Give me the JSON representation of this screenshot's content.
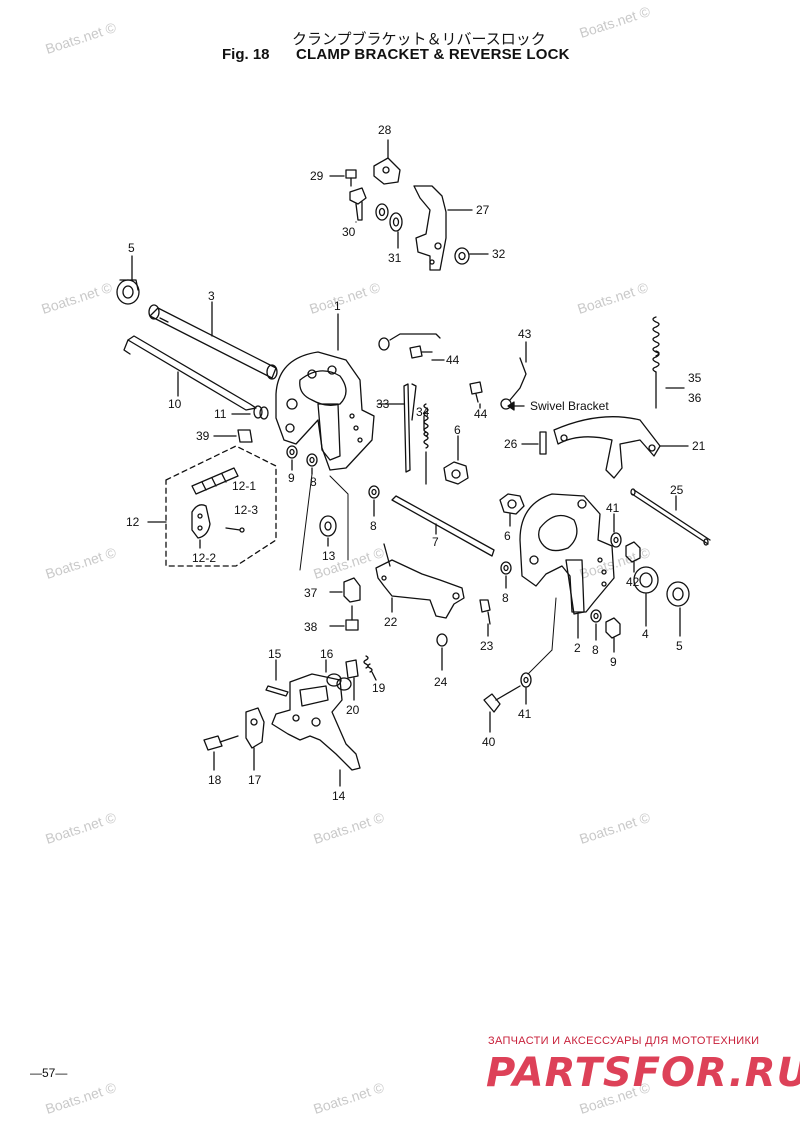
{
  "header": {
    "title_jp": "クランプブラケット＆リバースロック",
    "fig_no": "Fig. 18",
    "title_en": "CLAMP BRACKET & REVERSE LOCK"
  },
  "watermark": "Boats.net ©",
  "callouts": {
    "c28": "28",
    "c29": "29",
    "c30": "30",
    "c27": "27",
    "c31": "31",
    "c32": "32",
    "c5a": "5",
    "c3": "3",
    "c1": "1",
    "c43": "43",
    "c44a": "44",
    "c44b": "44",
    "swivel": "Swivel Bracket",
    "c35": "35",
    "c36": "36",
    "c10": "10",
    "c11": "11",
    "c39": "39",
    "c33": "33",
    "c34": "34",
    "c6a": "6",
    "c26": "26",
    "c21": "21",
    "c12_1": "12-1",
    "c12": "12",
    "c12_3": "12-3",
    "c12_2": "12-2",
    "c9a": "9",
    "c8a": "8",
    "c8b": "8",
    "c7": "7",
    "c25": "25",
    "c41a": "41",
    "c42": "42",
    "c6b": "6",
    "c13": "13",
    "c8c": "8",
    "c37": "37",
    "c38": "38",
    "c22": "22",
    "c23": "23",
    "c4": "4",
    "c5b": "5",
    "c2": "2",
    "c8d": "8",
    "c9b": "9",
    "c15": "15",
    "c16": "16",
    "c19": "19",
    "c20": "20",
    "c24": "24",
    "c41b": "41",
    "c40": "40",
    "c18": "18",
    "c17": "17",
    "c14": "14"
  },
  "footer": {
    "page_no": "—57—",
    "ad_tagline": "ЗАПЧАСТИ И АКСЕССУАРЫ ДЛЯ МОТОТЕХНИКИ",
    "ad_brand": "PARTSFOR.RU"
  },
  "colors": {
    "ink": "#111111",
    "watermark": "#c9c9c9",
    "brand": "#d8213b"
  }
}
